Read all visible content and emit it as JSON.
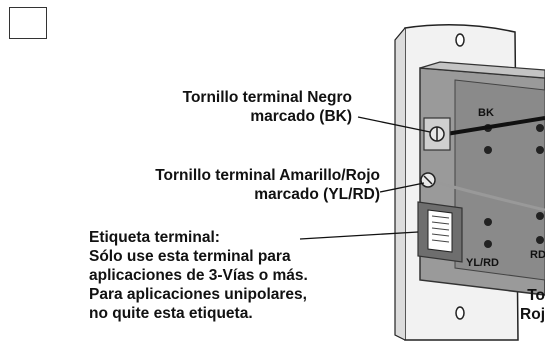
{
  "labels": {
    "black_screw": [
      "Tornillo terminal Negro",
      "marcado (BK)"
    ],
    "yellow_red_screw": [
      "Tornillo terminal Amarillo/Rojo",
      "marcado (YL/RD)"
    ],
    "terminal_label": [
      "Etiqueta terminal:",
      "Sólo use esta terminal para",
      "aplicaciones de 3-Vías o más.",
      "Para aplicaciones unipolares,",
      "no quite esta etiqueta."
    ],
    "cut_off_right": [
      "To",
      "Roj"
    ]
  },
  "device_marks": {
    "bk": "BK",
    "yl_rd": "YL/RD",
    "rd": "RD"
  }
}
